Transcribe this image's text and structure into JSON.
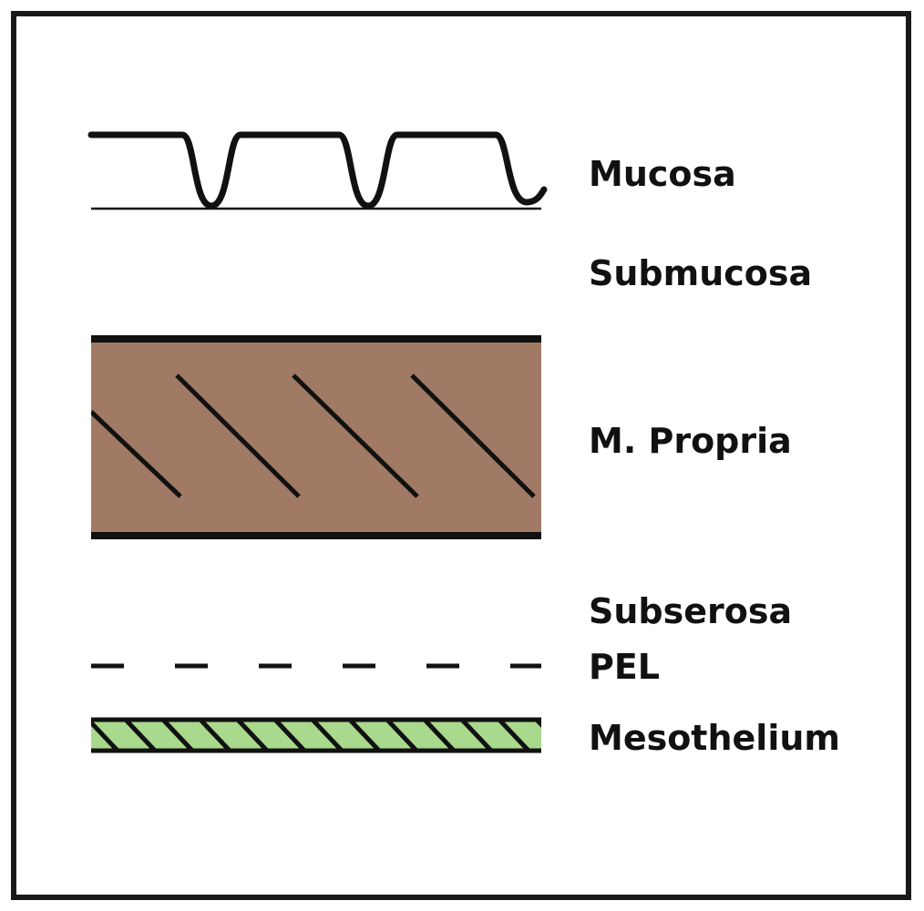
{
  "layers": [
    {
      "key": "mucosa",
      "label": "Mucosa"
    },
    {
      "key": "submucosa",
      "label": "Submucosa"
    },
    {
      "key": "propria",
      "label": "M. Propria",
      "fill": "#a07a64"
    },
    {
      "key": "subserosa",
      "label": "Subserosa"
    },
    {
      "key": "pel",
      "label": "PEL"
    },
    {
      "key": "mesothelium",
      "label": "Mesothelium",
      "fill": "#a8d98c"
    }
  ],
  "colors": {
    "ink": "#111111",
    "frame": "#1a1a1a",
    "background": "#ffffff"
  }
}
